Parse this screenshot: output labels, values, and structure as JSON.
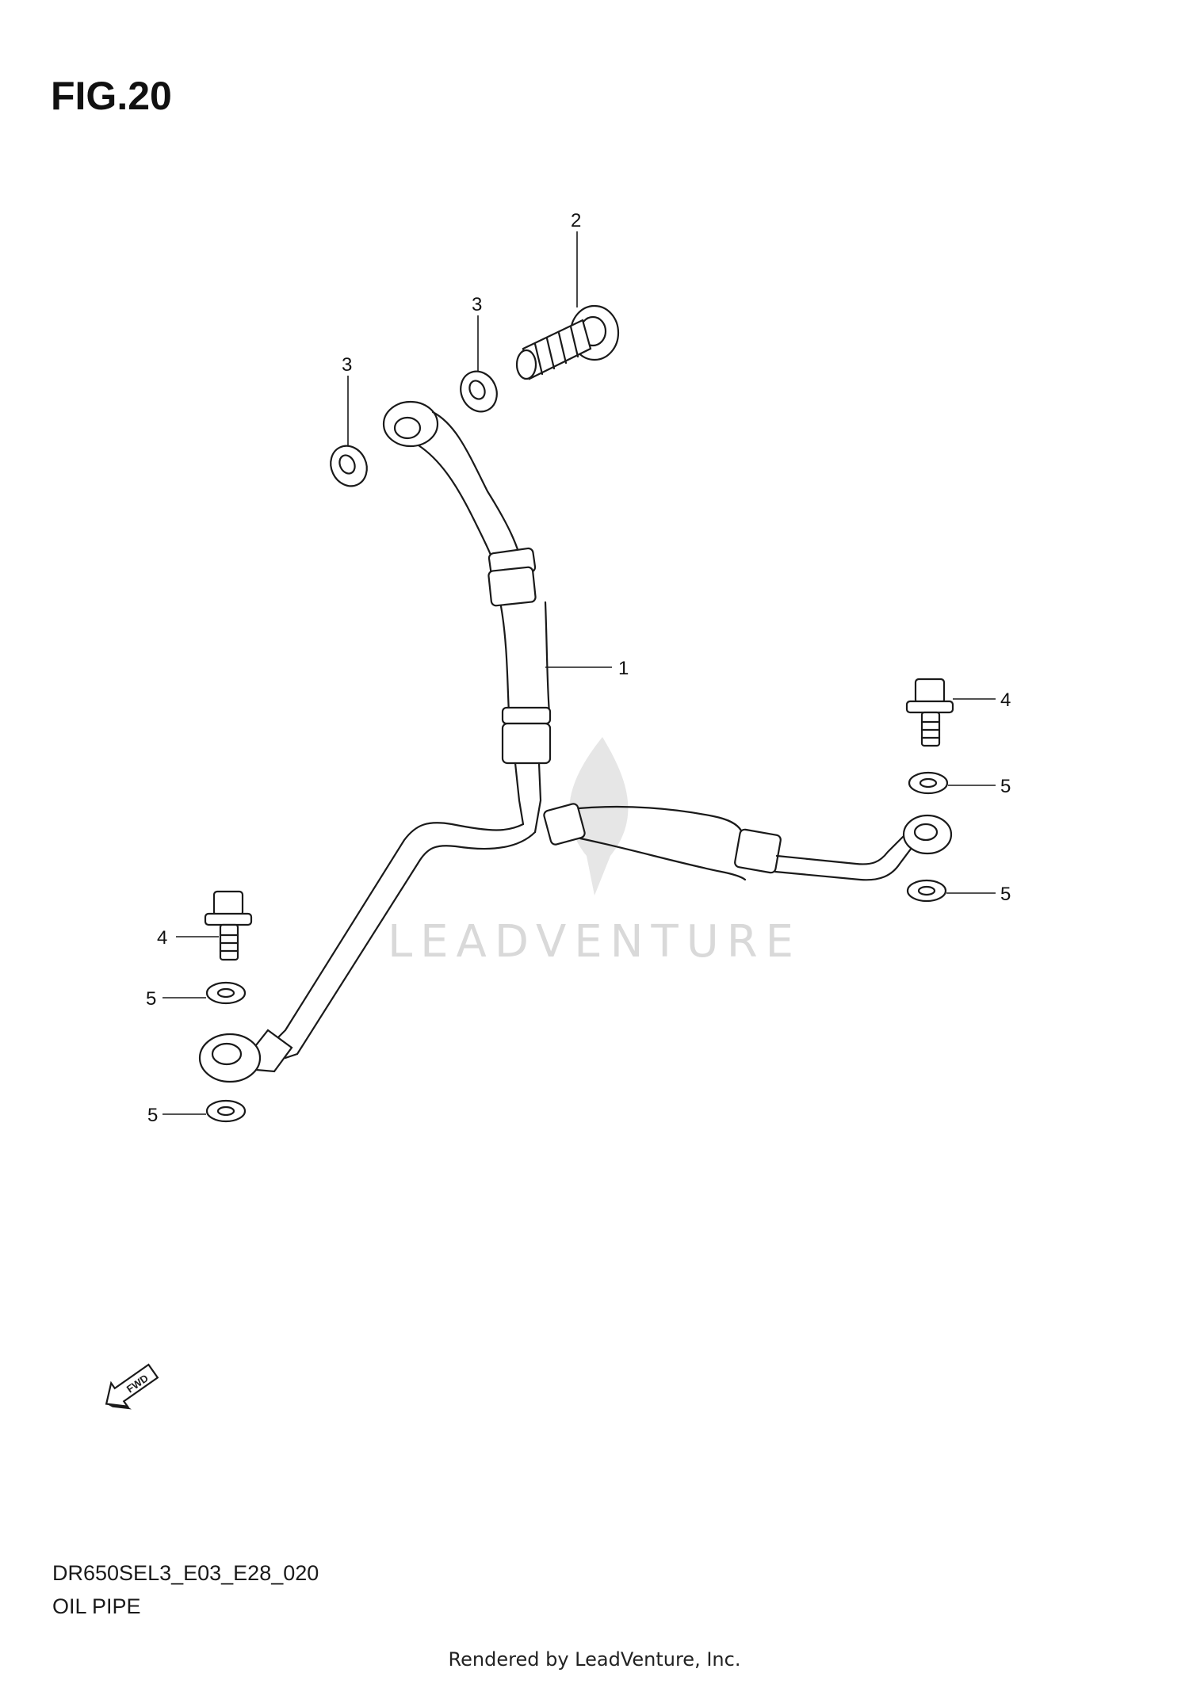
{
  "figure_title": "FIG.20",
  "callouts": {
    "c1": "1",
    "c2": "2",
    "c3a": "3",
    "c3b": "3",
    "c4a": "4",
    "c4b": "4",
    "c5a": "5",
    "c5b": "5",
    "c5c": "5",
    "c5d": "5"
  },
  "fwd_label": "FWD",
  "watermark": "LEADVENTURE",
  "footer": {
    "diagram_code": "DR650SEL3_E03_E28_020",
    "diagram_name": "OIL PIPE",
    "rendered_by": "Rendered by LeadVenture, Inc."
  }
}
